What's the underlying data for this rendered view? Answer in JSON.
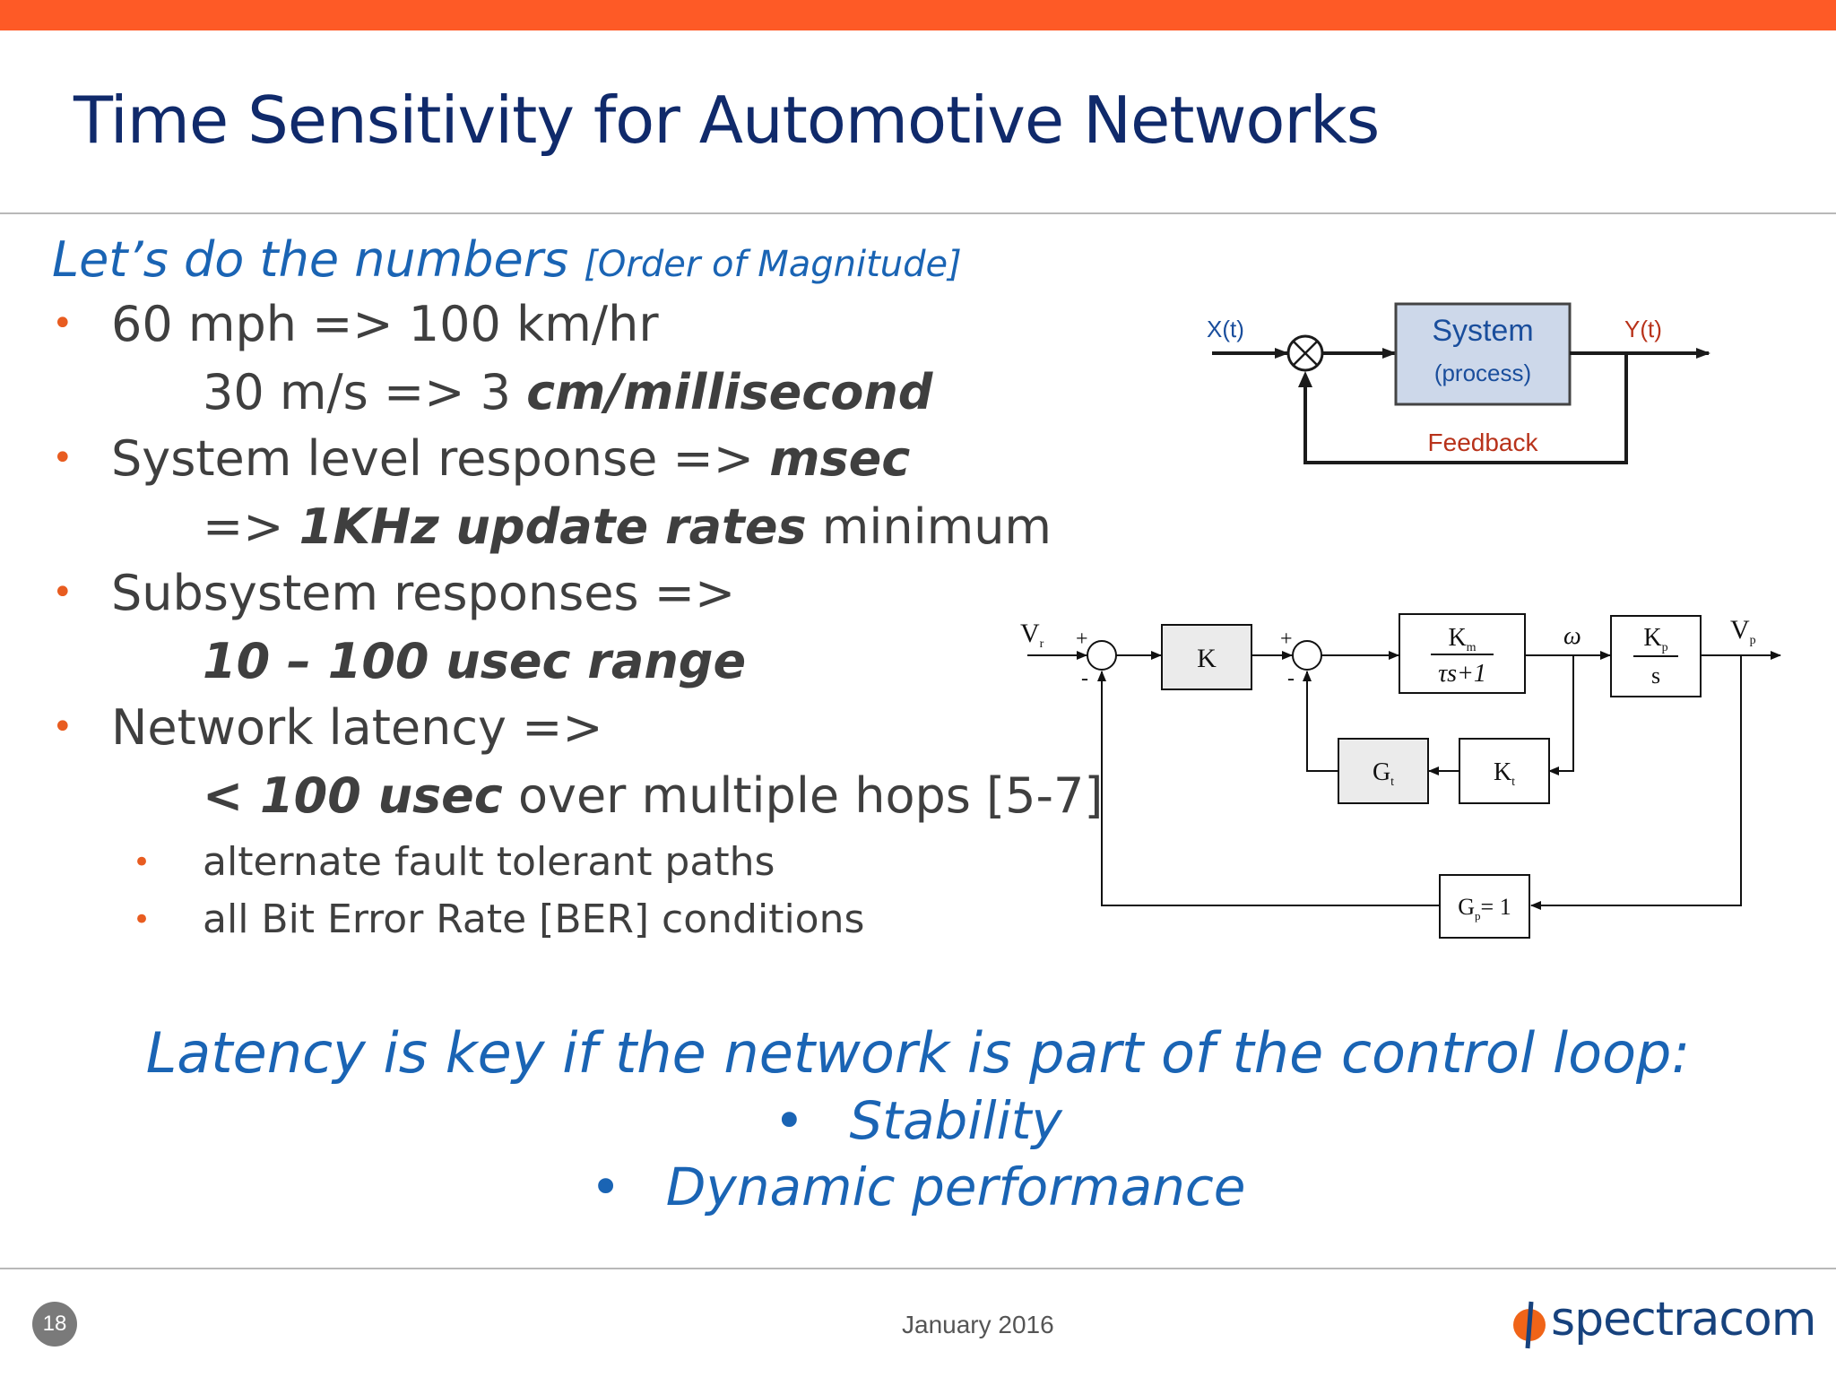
{
  "slide": {
    "title": "Time Sensitivity for Automotive Networks",
    "heading_main": "Let’s do the numbers",
    "heading_note": "[Order of Magnitude]",
    "bullet_glyph": "•"
  },
  "bullets": {
    "b1": {
      "text": "60 mph => 100 km/hr"
    },
    "b1_sub": {
      "pre": "30 m/s => 3 ",
      "em": "cm/millisecond"
    },
    "b2": {
      "pre": "System level response => ",
      "em": "msec"
    },
    "b2_sub": {
      "pre": "=> ",
      "em": "1KHz update rates",
      "post": " minimum"
    },
    "b3": {
      "text": "Subsystem responses  =>"
    },
    "b3_sub": {
      "em": "10 – 100 usec range"
    },
    "b4": {
      "text": "Network latency =>"
    },
    "b4_sub": {
      "em": "< 100 usec",
      "post": " over multiple hops [5-7]"
    },
    "b4_items": [
      "alternate fault tolerant paths",
      "all Bit Error Rate [BER] conditions"
    ]
  },
  "diagram_top": {
    "input": "X(t)",
    "output": "Y(t)",
    "system_label": "System",
    "system_sub": "(process)",
    "feedback_label": "Feedback",
    "colors": {
      "box_fill": "#cdd8ea",
      "line": "#1b1b1b",
      "label_blue": "#1a4e9c",
      "label_red": "#b8321a"
    }
  },
  "diagram_bottom": {
    "input": "V",
    "input_sub": "r",
    "output": "V",
    "output_sub": "p",
    "plus": "+",
    "minus": "-",
    "gain_k": "K",
    "km": "K",
    "km_sub": "m",
    "km_den": "τs+1",
    "omega": "ω",
    "kp": "K",
    "kp_sub": "p",
    "kp_den": "s",
    "gt": "G",
    "gt_sub": "t",
    "kt": "K",
    "kt_sub": "t",
    "gp": "G",
    "gp_sub": "p",
    "gp_eq": "= 1"
  },
  "conclusion": {
    "line": "Latency is key if the network is part of the control loop:",
    "items": [
      "Stability",
      "Dynamic performance"
    ]
  },
  "footer": {
    "page_number": "18",
    "date": "January 2016",
    "logo_text": "spectracom",
    "colors": {
      "logo_orange": "#f06418",
      "logo_blue": "#17427d",
      "badge": "#7a7a7a"
    }
  }
}
